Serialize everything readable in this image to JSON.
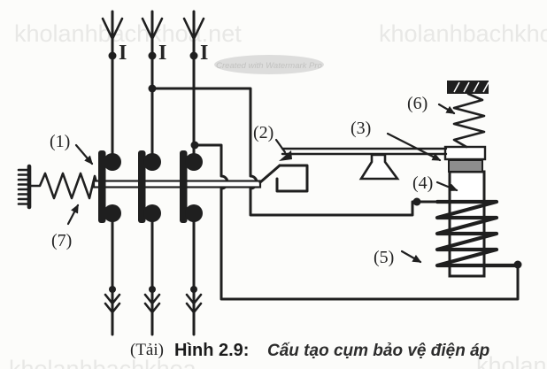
{
  "figure": {
    "type": "schematic-diagram",
    "caption": {
      "load": "(Tải)",
      "number": "Hình 2.9:",
      "title": "Cấu tạo cụm bảo vệ điện áp"
    },
    "part_labels": {
      "p1": "(1)",
      "p2": "(2)",
      "p3": "(3)",
      "p4": "(4)",
      "p5": "(5)",
      "p6": "(6)",
      "p7": "(7)"
    },
    "phase_current_label": "I",
    "watermarks": {
      "top_left": "kholanhbachkhoa.net",
      "top_right": "kholanhbachkho",
      "bottom_left": "kholanhbachkhoa",
      "bottom_right": "kholanhba",
      "badge": "Created with Watermark Pro"
    },
    "colors": {
      "ink": "#1f1f1f",
      "armature": "#8d8d8d",
      "watermark": "#e8e8e6",
      "badge_fill": "#dddddc",
      "badge_text": "#c2c2c0",
      "paper": "#fcfcfa"
    }
  }
}
